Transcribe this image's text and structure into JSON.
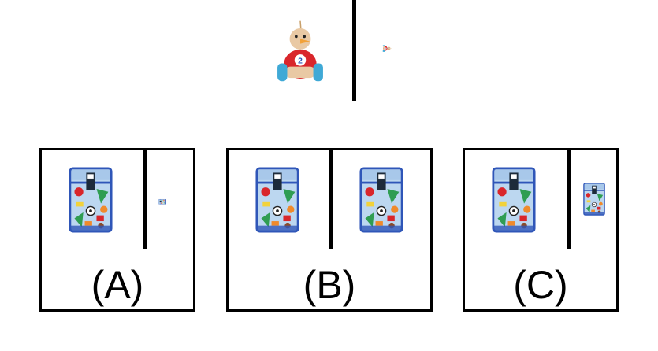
{
  "reference": {
    "icons": {
      "large": "toy-bird-car-icon",
      "small": "toy-bird-car-rotated-icon"
    }
  },
  "options": [
    {
      "label": "(A)",
      "icons": [
        "lunch-bag-icon",
        "lunch-bag-rotated-icon"
      ]
    },
    {
      "label": "(B)",
      "icons": [
        "lunch-bag-icon",
        "lunch-bag-icon"
      ]
    },
    {
      "label": "(C)",
      "icons": [
        "lunch-bag-icon",
        "lunch-bag-small-icon"
      ]
    }
  ],
  "colors": {
    "bag_body": "#bcd7f0",
    "bag_trim": "#2f56b8",
    "bird_body": "#d9262b",
    "bird_head": "#e9c9a4",
    "wheel": "#3fa9d6",
    "beak": "#f2a23a"
  }
}
